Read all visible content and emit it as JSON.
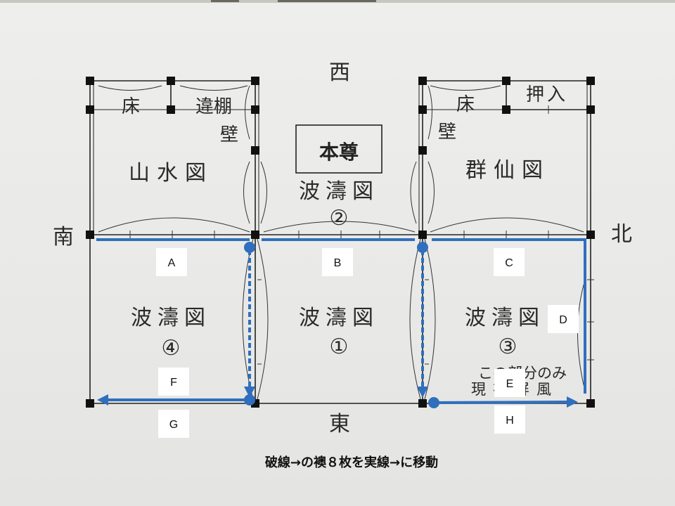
{
  "directions": {
    "west": "西",
    "east": "東",
    "south": "南",
    "north": "北"
  },
  "rooms": {
    "honzon": "本尊",
    "sansui": "山水図",
    "gunsen": "群仙図",
    "hato2_name": "波濤図",
    "hato2_num": "②",
    "hato1_name": "波濤図",
    "hato1_num": "①",
    "hato3_name": "波濤図",
    "hato3_num": "③",
    "hato4_name": "波濤図",
    "hato4_num": "④"
  },
  "fixtures": {
    "toko_left": "床",
    "chigaidana": "違棚",
    "kabe_left": "壁",
    "toko_right": "床",
    "oshiire": "押入",
    "kabe_right": "壁"
  },
  "note": {
    "line1": "この部分のみ",
    "line2": "現在屏風"
  },
  "segment_labels": [
    "A",
    "B",
    "C",
    "D",
    "E",
    "F",
    "G",
    "H"
  ],
  "caption": "破線→の襖８枚を実線→に移動",
  "colors": {
    "arrow_blue": "#2f6fbd",
    "line_black": "#222222"
  }
}
